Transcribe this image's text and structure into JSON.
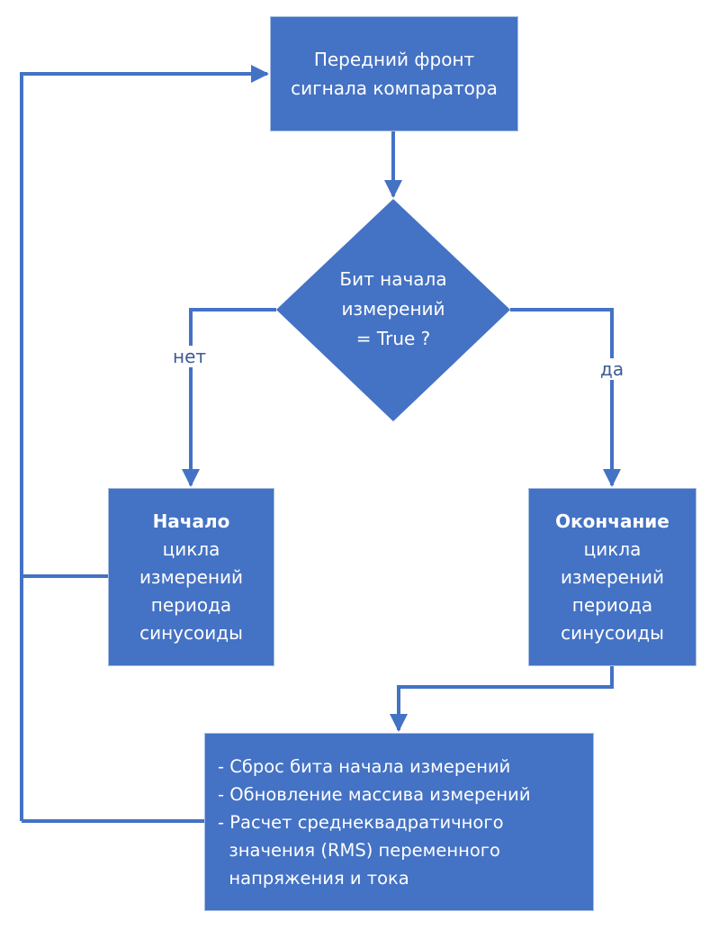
{
  "diagram": {
    "type": "flowchart",
    "colors": {
      "node_fill": "#4472c4",
      "node_text": "#ffffff",
      "connector": "#4472c4",
      "label_text": "#3d5a96"
    },
    "nodes": {
      "start": {
        "shape": "rectangle",
        "lines": [
          "Передний фронт",
          "сигнала компаратора"
        ]
      },
      "decision": {
        "shape": "diamond",
        "lines": [
          "Бит начала",
          "измерений",
          "= True ?"
        ]
      },
      "begin_cycle": {
        "shape": "rectangle",
        "title": "Начало",
        "lines": [
          "цикла",
          "измерений",
          "периода",
          "синусоиды"
        ]
      },
      "end_cycle": {
        "shape": "rectangle",
        "title": "Окончание",
        "lines": [
          "цикла",
          "измерений",
          "периода",
          "синусоиды"
        ]
      },
      "actions": {
        "shape": "rectangle",
        "lines": [
          "- Сброс бита начала измерений",
          "- Обновление массива измерений",
          "- Расчет среднеквадратичного",
          "  значения (RMS) переменного",
          "  напряжения и тока"
        ]
      }
    },
    "edges": [
      {
        "from": "start",
        "to": "decision",
        "label": ""
      },
      {
        "from": "decision",
        "to": "begin_cycle",
        "label": "нет"
      },
      {
        "from": "decision",
        "to": "end_cycle",
        "label": "да"
      },
      {
        "from": "end_cycle",
        "to": "actions",
        "label": ""
      },
      {
        "from": "begin_cycle",
        "to": "start",
        "label": ""
      },
      {
        "from": "actions",
        "to": "start",
        "label": ""
      }
    ],
    "labels": {
      "no": "нет",
      "yes": "да"
    }
  }
}
